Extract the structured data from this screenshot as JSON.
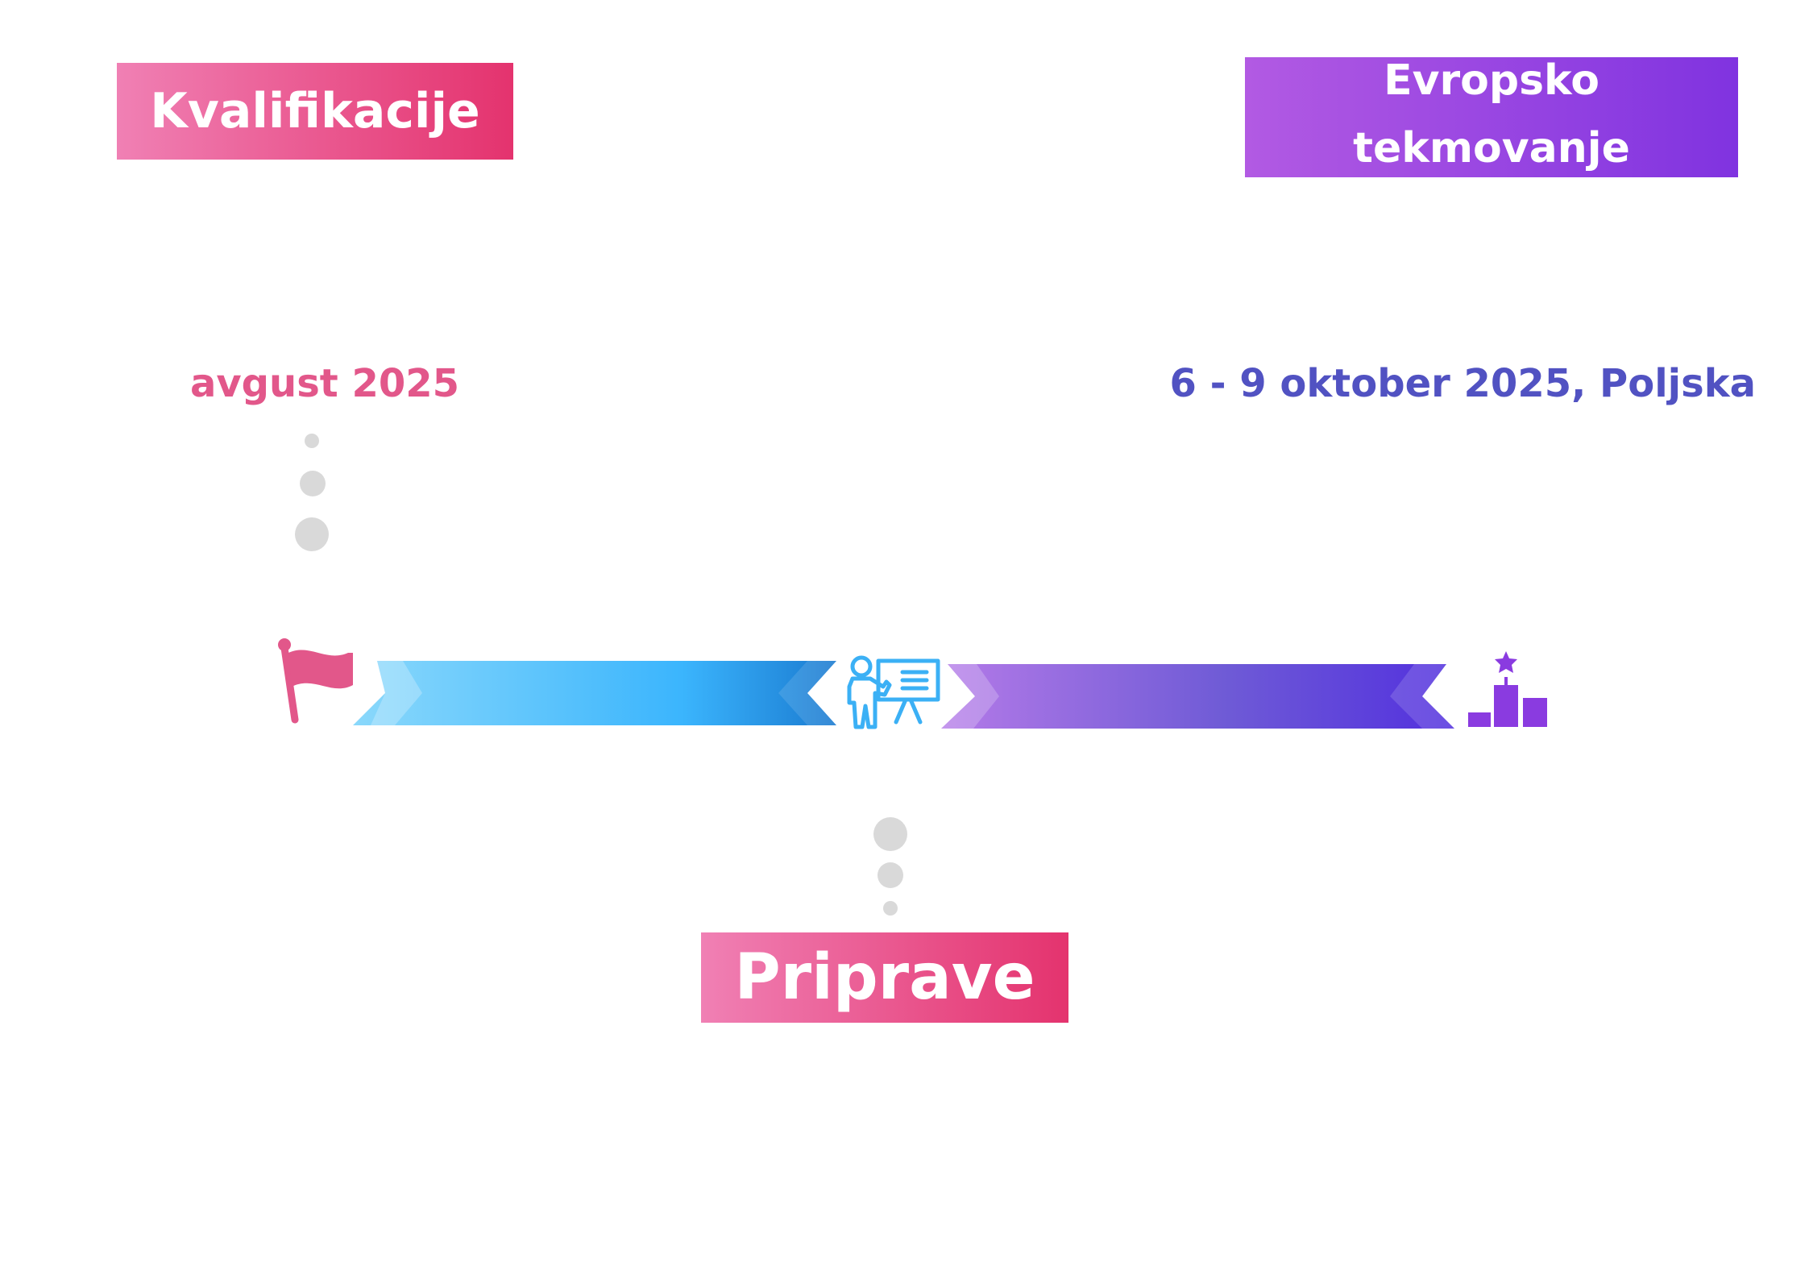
{
  "stages": {
    "qualification": {
      "title": "Kvalifikacije",
      "date": "avgust 2025"
    },
    "preparation": {
      "title": "Priprave"
    },
    "european": {
      "title_line1": "Evropsko",
      "title_line2": "tekmovanje",
      "date": "6 - 9 oktober 2025, Poljska"
    }
  },
  "icons": {
    "start": "flag-icon",
    "middle": "teacher-presentation-icon",
    "end": "podium-icon"
  },
  "colors": {
    "pink_start": "#f080b4",
    "pink_end": "#e4336e",
    "purple_start": "#b25ae3",
    "purple_end": "#8033e0",
    "blue_light": "#8ad8fb",
    "blue_mid": "#3bb5fd",
    "blue_dark": "#1a7ad0",
    "violet_light": "#b47ae8",
    "violet_dark": "#5230de",
    "date_pink": "#e2578a",
    "date_blue": "#5152c2",
    "dot_gray": "#d9d9d9"
  }
}
